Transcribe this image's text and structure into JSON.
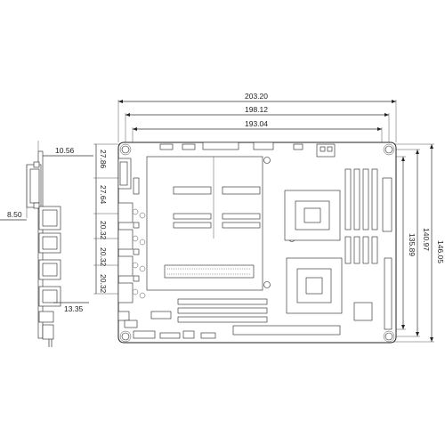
{
  "dimensions": {
    "overall_width": "203.20",
    "hole_span_width": "198.12",
    "inner_width": "193.04",
    "overall_height": "146.05",
    "hole_span_height": "140.97",
    "inner_height": "135.89",
    "side_offset_top": "10.56",
    "side_offset_left": "8.50",
    "side_offset_bottom": "13.35",
    "port_pitch_1": "27.86",
    "port_pitch_2": "27.64",
    "port_pitch_3": "20.32",
    "port_pitch_4": "20.32",
    "port_pitch_5": "20.32"
  }
}
